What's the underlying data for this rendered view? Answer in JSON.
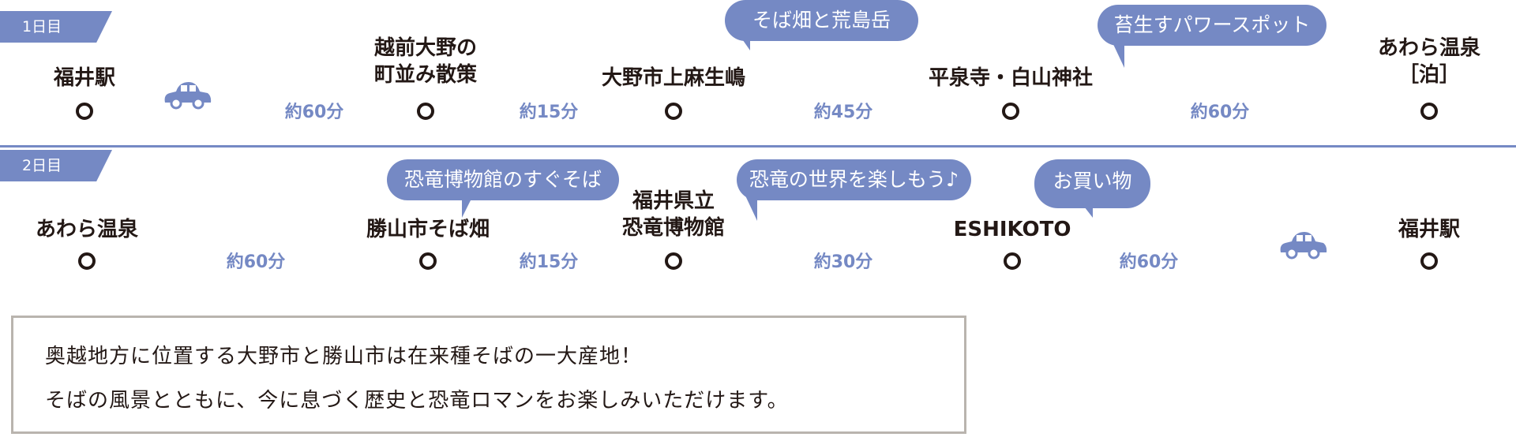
{
  "colors": {
    "accent": "#7589c4",
    "text": "#231815",
    "box_border": "#b9b4ae"
  },
  "day1": {
    "label": "1日目",
    "stops": [
      {
        "name": "福井駅"
      },
      {
        "name_lines": [
          "越前大野の",
          "町並み散策"
        ]
      },
      {
        "name": "大野市上麻生嶋"
      },
      {
        "name": "平泉寺・白山神社"
      },
      {
        "name_lines": [
          "あわら温泉",
          "［泊］"
        ]
      }
    ],
    "durations": [
      "約60分",
      "約15分",
      "約45分",
      "約60分"
    ],
    "bubbles": [
      "そば畑と荒島岳",
      "苔生すパワースポット"
    ],
    "icon": "car-icon"
  },
  "day2": {
    "label": "2日目",
    "stops": [
      {
        "name": "あわら温泉"
      },
      {
        "name": "勝山市そば畑"
      },
      {
        "name_lines": [
          "福井県立",
          "恐竜博物館"
        ]
      },
      {
        "name": "ESHIKOTO"
      },
      {
        "name": "福井駅"
      }
    ],
    "durations": [
      "約60分",
      "約15分",
      "約30分",
      "約60分"
    ],
    "bubbles": [
      "恐竜博物館のすぐそば",
      "恐竜の世界を楽しもう♪",
      "お買い物"
    ],
    "icon": "car-icon"
  },
  "description": {
    "lines": [
      "奥越地方に位置する大野市と勝山市は在来種そばの一大産地！",
      "そばの風景とともに、今に息づく歴史と恐竜ロマンをお楽しみいただけます。"
    ]
  }
}
